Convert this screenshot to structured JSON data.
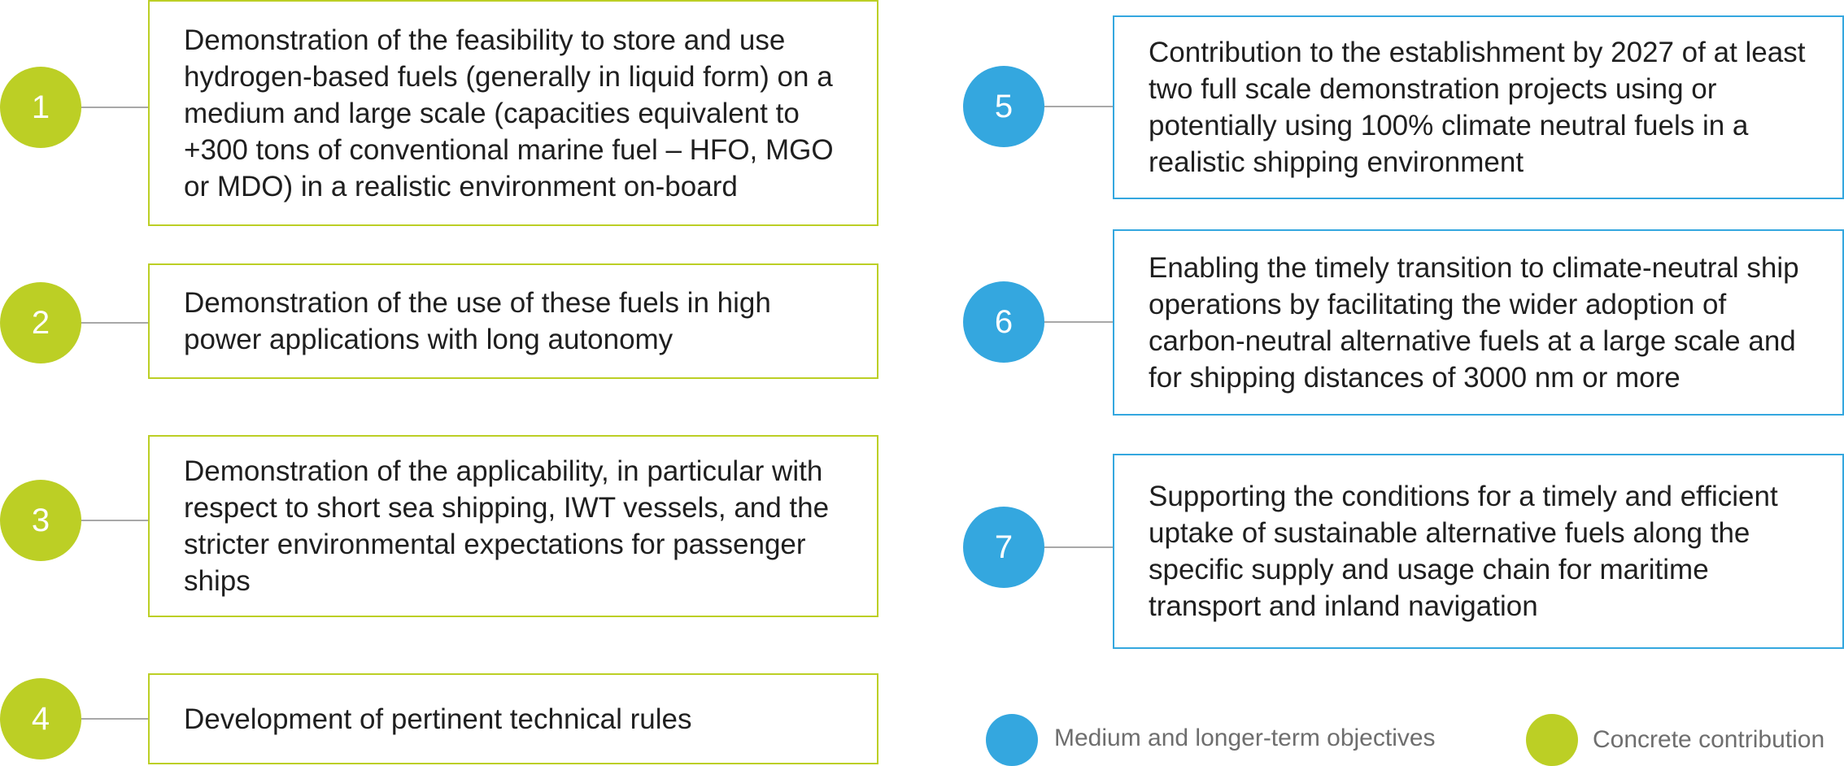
{
  "colors": {
    "concrete": "#bccf25",
    "objective": "#34a7df",
    "connector": "#a8a8a8"
  },
  "items": [
    {
      "number": "1",
      "text": "Demonstration of the feasibility to store and use hydrogen-based fuels (generally in liquid form) on a medium and large scale (capacities equivalent to +300 tons of conventional marine fuel – HFO, MGO or MDO) in a realistic environment on-board",
      "category": "concrete"
    },
    {
      "number": "2",
      "text": "Demonstration of the use of these fuels in high power applications with long autonomy",
      "category": "concrete"
    },
    {
      "number": "3",
      "text": "Demonstration of the applicability, in particular with respect to short sea shipping, IWT vessels, and the stricter environmental expectations for passenger ships",
      "category": "concrete"
    },
    {
      "number": "4",
      "text": "Development of pertinent technical rules",
      "category": "concrete"
    },
    {
      "number": "5",
      "text": "Contribution to the establishment by 2027 of at least two full scale demonstration projects using or potentially using 100% climate neutral fuels in a realistic shipping environment",
      "category": "objective"
    },
    {
      "number": "6",
      "text": "Enabling the timely transition to climate-neutral ship operations by facilitating the wider adoption of carbon-neutral alternative fuels at a large scale and for shipping distances of 3000 nm or more",
      "category": "objective"
    },
    {
      "number": "7",
      "text": "Supporting the conditions for a timely and efficient uptake of sustainable alternative fuels along the specific supply and usage chain for maritime transport and inland navigation",
      "category": "objective"
    }
  ],
  "legend": [
    {
      "label": "Medium and longer-term objectives",
      "category": "objective"
    },
    {
      "label": "Concrete contribution",
      "category": "concrete"
    }
  ]
}
